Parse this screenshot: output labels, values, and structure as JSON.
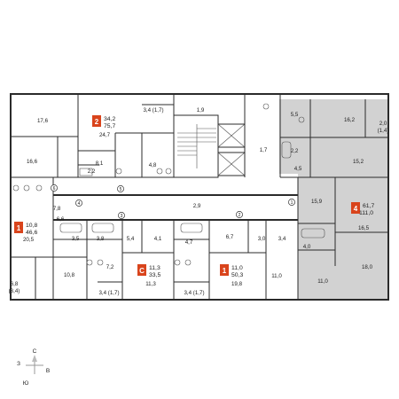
{
  "rooms": [
    {
      "id": "r1",
      "label": "17,6"
    },
    {
      "id": "r2",
      "label": "16,6"
    },
    {
      "id": "r3",
      "label": "24,7"
    },
    {
      "id": "r4",
      "label": "8,1"
    },
    {
      "id": "r5",
      "label": "4,8"
    },
    {
      "id": "r6",
      "label": "2,2"
    },
    {
      "id": "r7",
      "label": "3,4 (1,7)"
    },
    {
      "id": "r8",
      "label": "1,9"
    },
    {
      "id": "r9",
      "label": "1,7"
    },
    {
      "id": "r10",
      "label": "5,5"
    },
    {
      "id": "r11",
      "label": "16,2"
    },
    {
      "id": "r12",
      "label": "2,0"
    },
    {
      "id": "r13",
      "label": "(1,4)"
    },
    {
      "id": "r14",
      "label": "2,2"
    },
    {
      "id": "r15",
      "label": "4,5"
    },
    {
      "id": "r16",
      "label": "15,2"
    },
    {
      "id": "r17",
      "label": "15,9"
    },
    {
      "id": "r18",
      "label": "16,5"
    },
    {
      "id": "r19",
      "label": "2,9"
    },
    {
      "id": "r20",
      "label": "7,8"
    },
    {
      "id": "r21",
      "label": "6,6"
    },
    {
      "id": "r22",
      "label": "20,5"
    },
    {
      "id": "r23",
      "label": "3,5"
    },
    {
      "id": "r24",
      "label": "3,8"
    },
    {
      "id": "r25",
      "label": "5,4"
    },
    {
      "id": "r26",
      "label": "4,1"
    },
    {
      "id": "r27",
      "label": "4,7"
    },
    {
      "id": "r28",
      "label": "6,7"
    },
    {
      "id": "r29",
      "label": "3,0"
    },
    {
      "id": "r30",
      "label": "3,4"
    },
    {
      "id": "r31",
      "label": "4,0"
    },
    {
      "id": "r32",
      "label": "18,0"
    },
    {
      "id": "r33",
      "label": "11,0"
    },
    {
      "id": "r34",
      "label": "6,8"
    },
    {
      "id": "r35",
      "label": "(3,4)"
    },
    {
      "id": "r36",
      "label": "10,8"
    },
    {
      "id": "r37",
      "label": "7,2"
    },
    {
      "id": "r38",
      "label": "11,3"
    },
    {
      "id": "r39",
      "label": "3,4 (1,7)"
    },
    {
      "id": "r40",
      "label": "3,4 (1,7)"
    },
    {
      "id": "r41",
      "label": "19,8"
    },
    {
      "id": "r42",
      "label": "11,0"
    }
  ],
  "apartments": [
    {
      "id": "a2",
      "rooms": "2",
      "living": "34,2",
      "total": "75,7"
    },
    {
      "id": "a4",
      "rooms": "4",
      "living": "61,7",
      "total": "111,0"
    },
    {
      "id": "a1l",
      "rooms": "1",
      "living": "10,8",
      "total": "46,6"
    },
    {
      "id": "aC",
      "rooms": "С",
      "living": "11,3",
      "total": "33,5"
    },
    {
      "id": "a1c",
      "rooms": "1",
      "living": "11,0",
      "total": "50,3"
    }
  ],
  "entry_markers": [
    "1",
    "2",
    "3",
    "4",
    "5",
    "6"
  ],
  "compass": {
    "north": "С",
    "south": "Ю",
    "west": "З",
    "east": "В"
  }
}
